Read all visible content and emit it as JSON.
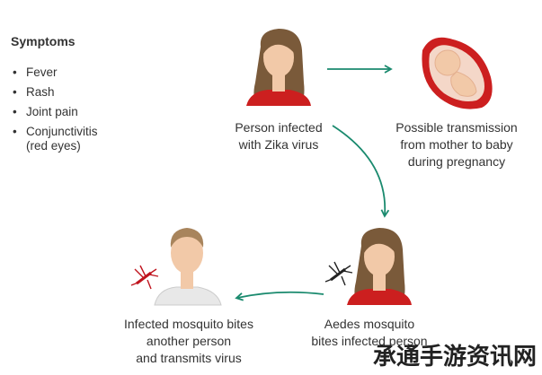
{
  "symptoms": {
    "title": "Symptoms",
    "items": [
      "Fever",
      "Rash",
      "Joint pain",
      "Conjunctivitis"
    ],
    "note": "(red eyes)"
  },
  "nodes": {
    "infected_person": "Person infected\nwith Zika virus",
    "transmission": "Possible transmission\nfrom mother to baby\nduring pregnancy",
    "aedes": "Aedes mosquito\nbites infected person",
    "bites_another": "Infected mosquito bites\nanother person\nand transmits virus"
  },
  "watermark": "承通手游资讯网",
  "colors": {
    "arrow": "#1a8a6e",
    "shirt_red": "#cc1f1f",
    "hair": "#7a5a3a",
    "skin": "#f2c9a8",
    "mosquito": "#222222",
    "infected_mosquito": "#c0141e"
  }
}
